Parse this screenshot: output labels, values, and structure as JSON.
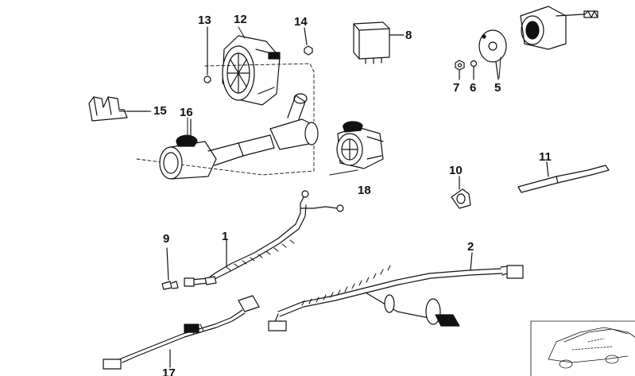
{
  "callouts": [
    {
      "id": "1",
      "part": "wiring-harness-1"
    },
    {
      "id": "2",
      "part": "wiring-harness-2"
    },
    {
      "id": "5",
      "part": "socket-cover-plate"
    },
    {
      "id": "6",
      "part": "nut"
    },
    {
      "id": "7",
      "part": "hex-nut"
    },
    {
      "id": "8",
      "part": "relay"
    },
    {
      "id": "9",
      "part": "bulb"
    },
    {
      "id": "10",
      "part": "cable-clip"
    },
    {
      "id": "11",
      "part": "cable-tie"
    },
    {
      "id": "12",
      "part": "socket-housing"
    },
    {
      "id": "13",
      "part": "small-nut"
    },
    {
      "id": "14",
      "part": "bolt"
    },
    {
      "id": "15",
      "part": "connector-clip"
    },
    {
      "id": "16",
      "part": "adapter-cable"
    },
    {
      "id": "17",
      "part": "wiring-harness-17"
    },
    {
      "id": "18",
      "part": "trailer-socket"
    }
  ],
  "thumbnail": {
    "icon": "car-silhouette-icon"
  },
  "colors": {
    "ink": "#111111",
    "background": "#ffffff"
  }
}
